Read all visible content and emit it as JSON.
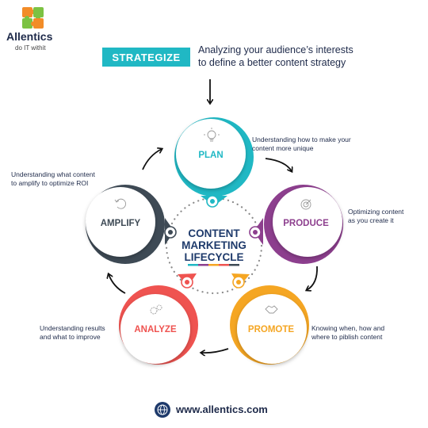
{
  "brand": {
    "name": "Allentics",
    "tagline": "do IT withit",
    "colors": {
      "green": "#7cc242",
      "orange": "#f28c28",
      "navy": "#1e2a4a"
    }
  },
  "header": {
    "badge": "STRATEGIZE",
    "text_line1": "Analyzing your audience’s interests",
    "text_line2": "to define a better content strategy"
  },
  "center": {
    "line1": "CONTENT",
    "line2": "MARKETING",
    "line3": "LIFECYCLE"
  },
  "stages": [
    {
      "label": "PLAN",
      "color": "#20b8c4",
      "icon": "lightbulb-icon",
      "desc_line1": "Understanding how to make your",
      "desc_line2": "content more unique"
    },
    {
      "label": "PRODUCE",
      "color": "#8d3f8e",
      "icon": "target-icon",
      "desc_line1": "Optimizing content",
      "desc_line2": "as you create it"
    },
    {
      "label": "PROMOTE",
      "color": "#f5a623",
      "icon": "handshake-icon",
      "desc_line1": "Knowing when, how and",
      "desc_line2": "where to piblish content"
    },
    {
      "label": "ANALYZE",
      "color": "#ef5350",
      "icon": "gears-icon",
      "desc_line1": "Understanding results",
      "desc_line2": "and what to improve"
    },
    {
      "label": "AMPLIFY",
      "color": "#3e4a55",
      "icon": "refresh-icon",
      "desc_line1": "Understanding what content",
      "desc_line2": "to amplify to optimize ROI"
    }
  ],
  "footer": {
    "url": "www.allentics.com",
    "icon": "globe-icon"
  }
}
